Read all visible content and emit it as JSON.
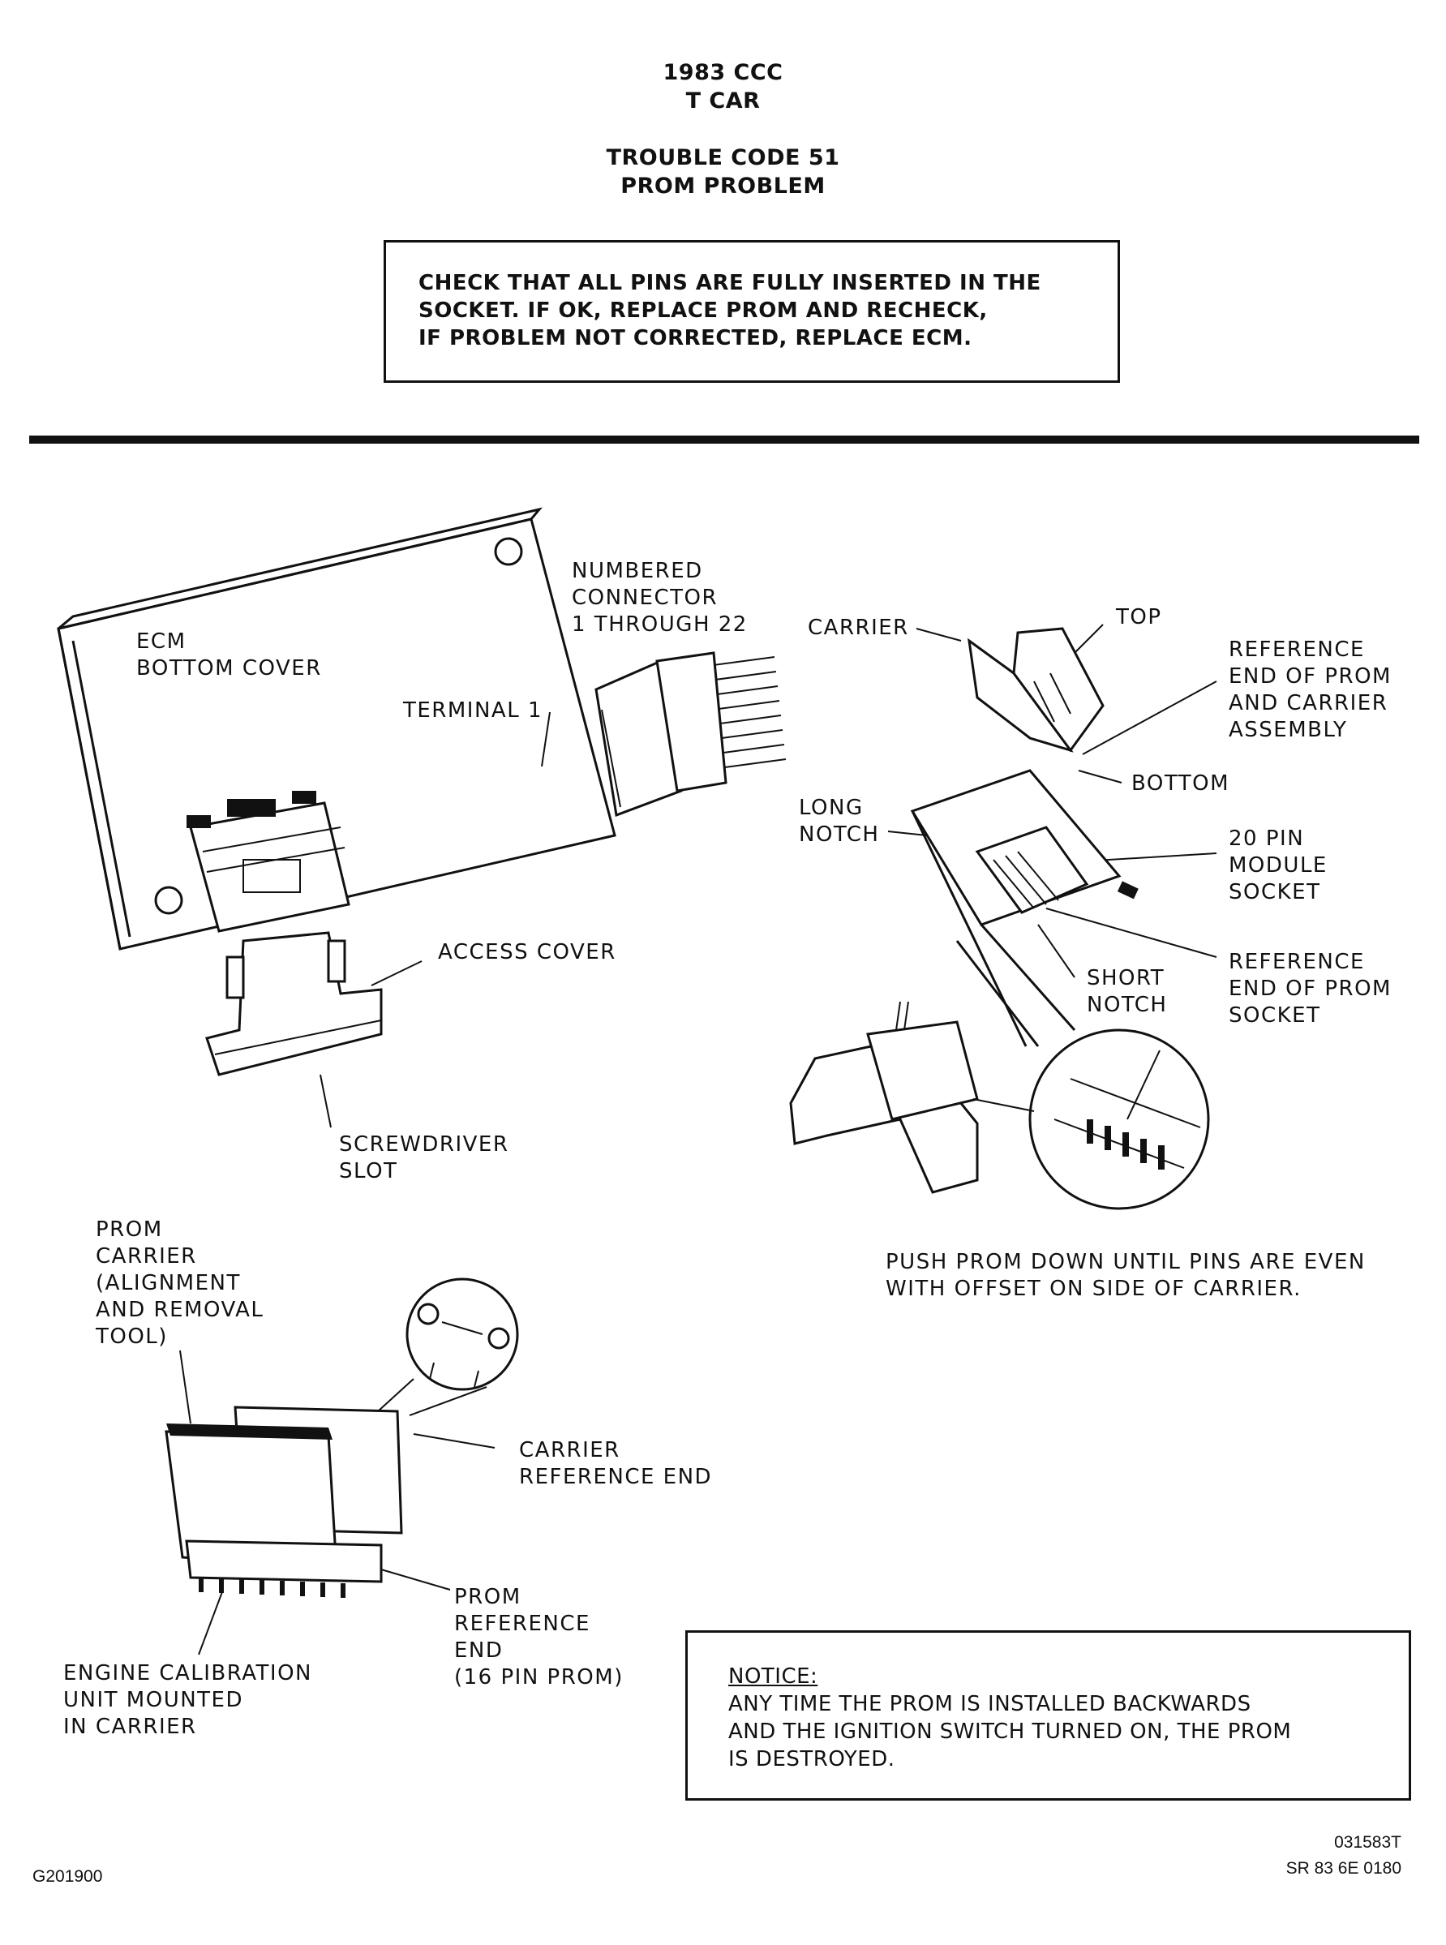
{
  "header": {
    "year_line": "1983 CCC",
    "car_line": "T CAR",
    "code_line": "TROUBLE CODE 51",
    "problem_line": "PROM PROBLEM"
  },
  "instruction": {
    "lines": [
      "CHECK THAT ALL PINS ARE FULLY INSERTED IN THE",
      "SOCKET. IF OK, REPLACE PROM AND RECHECK,",
      "IF PROBLEM NOT CORRECTED, REPLACE ECM."
    ]
  },
  "labels": {
    "ecm_cover": "ECM\nBOTTOM COVER",
    "terminal": "TERMINAL 1",
    "connector": "NUMBERED\nCONNECTOR\n1 THROUGH 22",
    "access_cover": "ACCESS COVER",
    "screwdriver": "SCREWDRIVER\nSLOT",
    "carrier": "CARRIER",
    "top": "TOP",
    "reference_end_prom": "REFERENCE\nEND OF PROM\nAND CARRIER\nASSEMBLY",
    "bottom": "BOTTOM",
    "long_notch": "LONG\nNOTCH",
    "socket_20pin": "20 PIN\nMODULE\nSOCKET",
    "short_notch": "SHORT\nNOTCH",
    "reference_end_socket": "REFERENCE\nEND OF PROM\nSOCKET",
    "push_prom": "PUSH PROM DOWN UNTIL PINS ARE EVEN\nWITH OFFSET ON SIDE OF CARRIER.",
    "prom_carrier": "PROM\nCARRIER\n(ALIGNMENT\nAND REMOVAL\nTOOL)",
    "carrier_ref_end": "CARRIER\nREFERENCE END",
    "prom_ref_end": "PROM\nREFERENCE\nEND\n(16 PIN PROM)",
    "engine_cal": "ENGINE CALIBRATION\nUNIT MOUNTED\nIN CARRIER"
  },
  "notice": {
    "title": "NOTICE:",
    "lines": [
      "ANY TIME THE PROM IS INSTALLED BACKWARDS",
      "AND THE IGNITION SWITCH TURNED ON, THE PROM",
      "IS DESTROYED."
    ]
  },
  "footer": {
    "left_code": "G201900",
    "right_code1": "031583T",
    "right_code2": "SR 83 6E 0180"
  }
}
